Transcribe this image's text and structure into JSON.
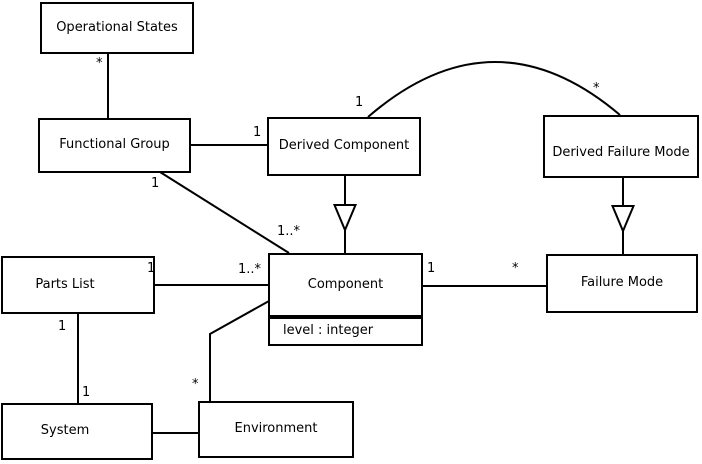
{
  "diagram": {
    "kind": "uml-class-diagram",
    "colors": {
      "background": "#ffffff",
      "line": "#000000",
      "box_fill": "#ffffff",
      "text": "#000000"
    },
    "classes": [
      {
        "name": "Operational States"
      },
      {
        "name": "Functional Group"
      },
      {
        "name": "Derived Component"
      },
      {
        "name": "Derived Failure Mode"
      },
      {
        "name": "Parts List"
      },
      {
        "name": "Component",
        "attributes": [
          "level : integer"
        ]
      },
      {
        "name": "Failure Mode"
      },
      {
        "name": "System"
      },
      {
        "name": "Environment"
      }
    ],
    "associations": [
      {
        "type": "association",
        "from": "Functional Group",
        "to": "Operational States",
        "to_multiplicity": "*"
      },
      {
        "type": "association",
        "from": "Functional Group",
        "to": "Derived Component",
        "to_multiplicity": "1"
      },
      {
        "type": "association",
        "from": "Functional Group",
        "from_multiplicity": "1",
        "to": "Component",
        "to_multiplicity": "1..*"
      },
      {
        "type": "association",
        "from": "Derived Component",
        "from_multiplicity": "1",
        "to": "Derived Failure Mode",
        "to_multiplicity": "*"
      },
      {
        "type": "generalization",
        "from": "Derived Component",
        "to": "Component"
      },
      {
        "type": "generalization",
        "from": "Derived Failure Mode",
        "to": "Failure Mode"
      },
      {
        "type": "association",
        "from": "Parts List",
        "from_multiplicity": "1",
        "to": "Component",
        "to_multiplicity": "1..*"
      },
      {
        "type": "association",
        "from": "Component",
        "from_multiplicity": "1",
        "to": "Failure Mode",
        "to_multiplicity": "*"
      },
      {
        "type": "association",
        "from": "Parts List",
        "from_multiplicity": "1",
        "to": "System",
        "to_multiplicity": "1"
      },
      {
        "type": "association",
        "from": "System",
        "to": "Environment"
      },
      {
        "type": "association",
        "from": "Environment",
        "from_multiplicity": "*",
        "to": "Component"
      }
    ]
  }
}
